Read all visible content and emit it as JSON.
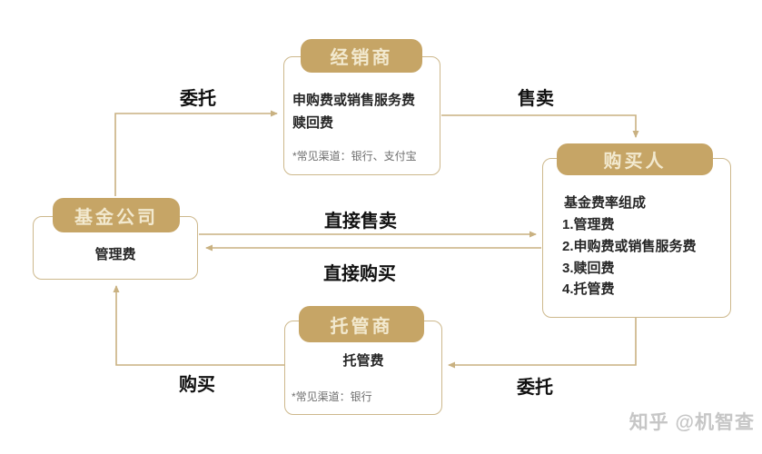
{
  "page": {
    "watermark": "知乎 @机智查",
    "background": "#ffffff"
  },
  "colors": {
    "badge_fill": "#C6A566",
    "badge_text": "#F2E9CF",
    "box_border": "#CDB88C",
    "connector_line": "#C9B181",
    "body_text": "#262626",
    "note_text": "#6e6e6e",
    "edge_label_text": "#111111",
    "watermark_text": "#c6c6c6"
  },
  "nodes": {
    "dealer": {
      "title": "经销商",
      "fees": [
        "申购费或销售服务费",
        "赎回费"
      ],
      "note": "*常见渠道：银行、支付宝"
    },
    "fund": {
      "title": "基金公司",
      "fee": "管理费"
    },
    "buyer": {
      "title": "购买人",
      "subtitle": "基金费率组成",
      "items": [
        "1.管理费",
        "2.申购费或销售服务费",
        "3.赎回费",
        "4.托管费"
      ]
    },
    "custodian": {
      "title": "托管商",
      "fee": "托管费",
      "note": "*常见渠道：银行"
    }
  },
  "edges": {
    "entrust_top": "委托",
    "sell": "售卖",
    "direct_sell": "直接售卖",
    "direct_buy": "直接购买",
    "buy": "购买",
    "entrust_bottom": "委托"
  }
}
